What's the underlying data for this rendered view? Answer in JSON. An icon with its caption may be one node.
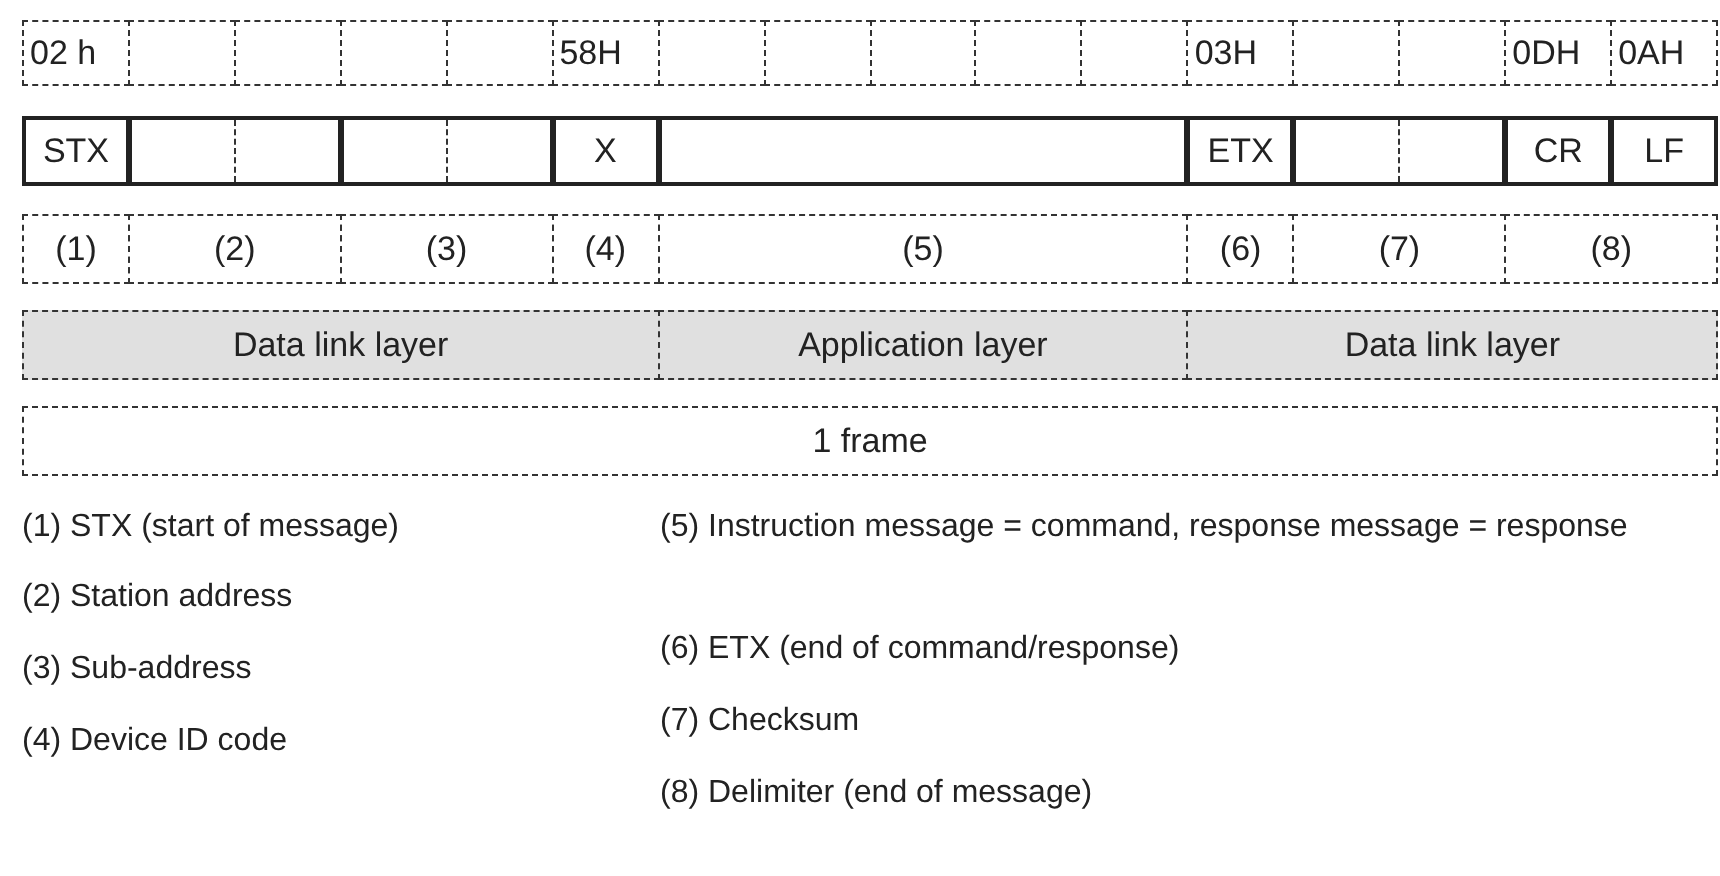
{
  "diagram": {
    "labels": [
      "02 h",
      "58H",
      "03H",
      "0DH",
      "0AH",
      "STX",
      "X",
      "ETX",
      "CR",
      "LF",
      "(1)",
      "(2)",
      "(3)",
      "(4)",
      "(5)",
      "(6)",
      "(7)",
      "(8)",
      "Data link layer",
      "Application layer",
      "Data link layer",
      "1 frame",
      "(1) STX (start of message)",
      "(5) Instruction message = command, response message = response",
      "(2) Station address",
      "(6) ETX (end of command/response)",
      "(3) Sub-address",
      "(7) Checksum",
      "(4) Device ID code",
      "(8) Delimiter (end of message)"
    ]
  }
}
